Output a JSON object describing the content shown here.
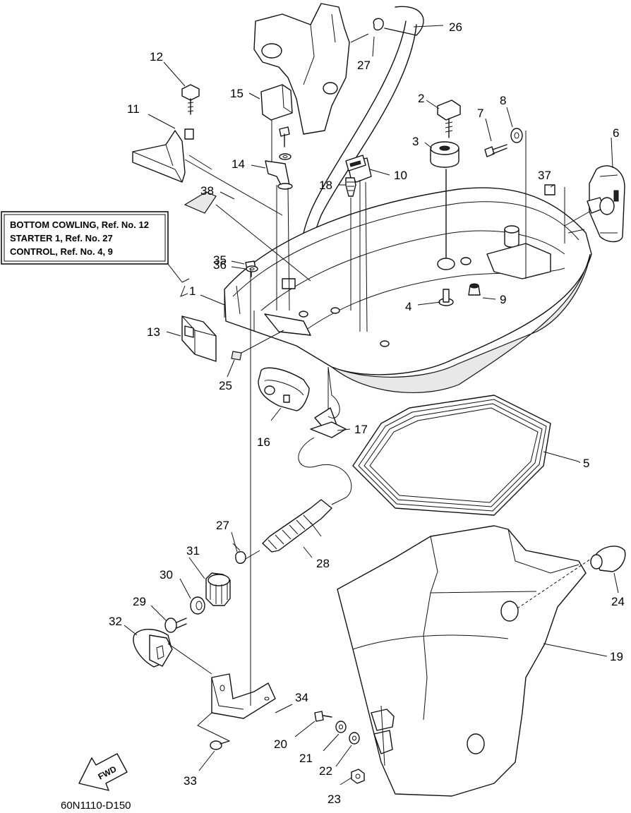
{
  "info_box": {
    "lines": [
      "BOTTOM COWLING, Ref. No. 12",
      "STARTER 1, Ref. No. 27",
      "CONTROL, Ref. No. 4, 9"
    ]
  },
  "part_numbers": {
    "p1": "1",
    "p2": "2",
    "p3": "3",
    "p4": "4",
    "p5": "5",
    "p6": "6",
    "p7": "7",
    "p8": "8",
    "p9": "9",
    "p10": "10",
    "p11": "11",
    "p12": "12",
    "p13": "13",
    "p14": "14",
    "p15": "15",
    "p16": "16",
    "p17": "17",
    "p18": "18",
    "p19": "19",
    "p20": "20",
    "p21": "21",
    "p22": "22",
    "p23": "23",
    "p24": "24",
    "p25": "25",
    "p26": "26",
    "p27a": "27",
    "p27b": "27",
    "p28": "28",
    "p29": "29",
    "p30": "30",
    "p31": "31",
    "p32": "32",
    "p33": "33",
    "p34": "34",
    "p35": "35",
    "p36": "36",
    "p37": "37",
    "p38": "38"
  },
  "fwd_label": "FWD",
  "diagram_code": "60N1110-D150"
}
